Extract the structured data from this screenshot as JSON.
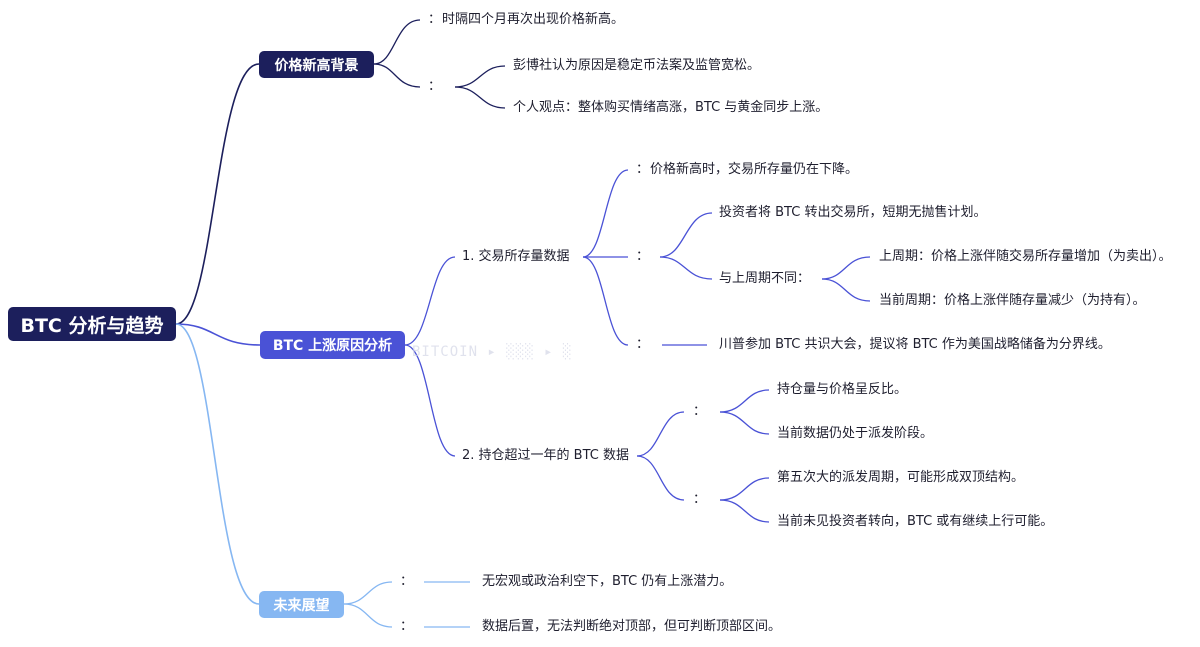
{
  "root": "BTC 分析与趋势",
  "background": {
    "title": "价格新高背景",
    "point1": "时隔四个月再次出现价格新高。",
    "point2": {
      "sub1": "彭博社认为原因是稳定币法案及监管宽松。",
      "sub2": "个人观点：整体购买情绪高涨，BTC 与黄金同步上涨。"
    }
  },
  "reasons": {
    "title": "BTC 上涨原因分析",
    "exchange": {
      "title": "1. 交易所存量数据",
      "point1": "价格新高时，交易所存量仍在下降。",
      "point2": {
        "sub1": "投资者将 BTC 转出交易所，短期无抛售计划。",
        "sub2": {
          "title": "与上周期不同：",
          "a": "上周期：价格上涨伴随交易所存量增加（为卖出）。",
          "b": "当前周期：价格上涨伴随存量减少（为持有）。"
        }
      },
      "point3": "川普参加 BTC 共识大会，提议将 BTC 作为美国战略储备为分界线。"
    },
    "holding": {
      "title": "2. 持仓超过一年的 BTC 数据",
      "group1": {
        "a": "持仓量与价格呈反比。",
        "b": "当前数据仍处于派发阶段。"
      },
      "group2": {
        "a": "第五次大的派发周期，可能形成双顶结构。",
        "b": "当前未见投资者转向，BTC 或有继续上行可能。"
      }
    }
  },
  "outlook": {
    "title": "未来展望",
    "point1": "无宏观或政治利空下，BTC 仍有上涨潜力。",
    "point2": "数据后置，无法判断绝对顶部，但可判断顶部区间。"
  },
  "colon": "：",
  "colors": {
    "root": "#1c1f5c",
    "branch1": "#1c1f5c",
    "branch2": "#4a52d6",
    "branch3": "#86b7f2"
  }
}
